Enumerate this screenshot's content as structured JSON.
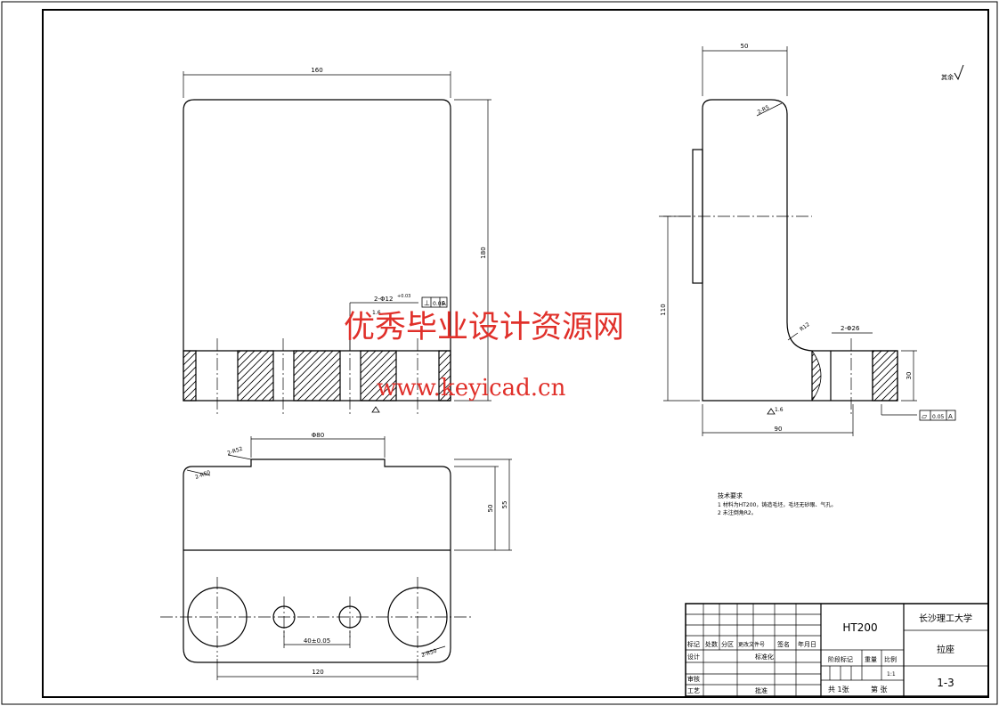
{
  "views": {
    "front": {
      "width_dim": "160",
      "height_dim": "180",
      "hole_callout": "2-Φ12",
      "hole_tol": "+0.03",
      "roughness": "1.6",
      "tolerance_symbol": "⊥",
      "tolerance_value": "0.05",
      "datum": "A"
    },
    "side": {
      "top_dim": "50",
      "chamfer_label": "2-R5",
      "height_dim": "110",
      "fillet_label": "R12",
      "counterbore_label": "2-Φ26",
      "thickness_dim": "30",
      "base_dim": "90",
      "roughness_mark": "1.6",
      "flatness_symbol": "▱",
      "flatness_value": "0.05",
      "datum": "A"
    },
    "top": {
      "boss_dim": "Φ80",
      "boss_chamfer": "2-R52",
      "corner_label": "2-R50",
      "depth_dim_a": "50",
      "depth_dim_b": "55",
      "hole_spacing": "40±0.05",
      "width_dim": "120",
      "corner_label_b": "2-R50"
    }
  },
  "surface_finish_note": "其余",
  "tech_requirements": {
    "title": "技术要求",
    "lines": [
      "1 材料为HT200，铸造毛坯，毛坯无砂眼、气孔。",
      "2 未注倒角R2。"
    ]
  },
  "watermark": {
    "line1": "优秀毕业设计资源网",
    "line2": "www.keyicad.cn"
  },
  "title_block": {
    "material": "HT200",
    "school": "长沙理工大学",
    "part_name": "拉座",
    "drawing_no": "1-3",
    "headers": [
      "标记",
      "处数",
      "分区",
      "更改文件号",
      "签名",
      "年月日"
    ],
    "design": "设计",
    "standardize": "标准化",
    "review": "审核",
    "process": "工艺",
    "approve": "批准",
    "stage_mark": "阶段标记",
    "weight": "重量",
    "scale": "比例",
    "scale_value": "1:1",
    "sheets_total": "共 1张",
    "sheet_no": "第 张"
  }
}
